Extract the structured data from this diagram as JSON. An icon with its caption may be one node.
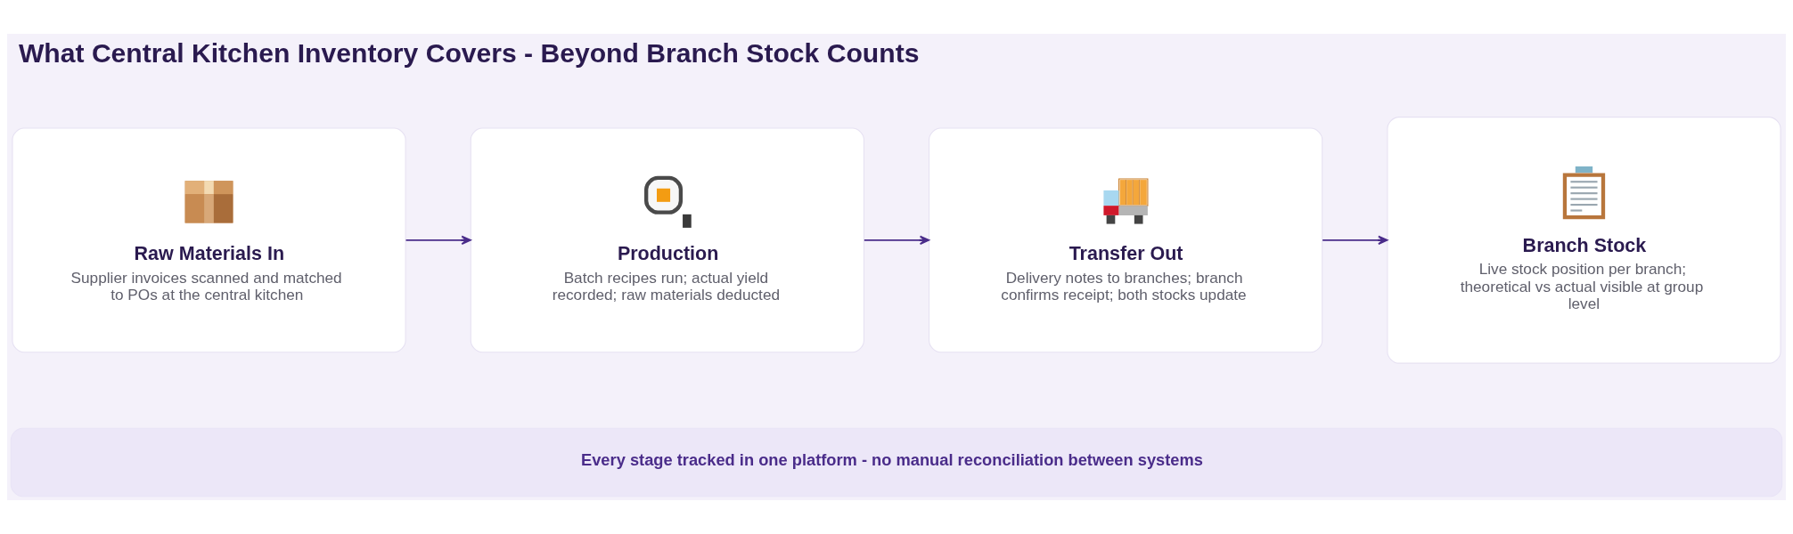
{
  "diagram": {
    "title": "What Central Kitchen Inventory Covers - Beyond Branch Stock Counts",
    "nodes": [
      {
        "text": [
          "Raw Materials In",
          "Supplier invoices scanned and matched to POs at the central kitchen"
        ]
      },
      {
        "text": [
          "Production",
          "Batch recipes run; actual yield recorded; raw materials deducted"
        ]
      },
      {
        "text": [
          "Transfer Out",
          "Delivery notes to branches; branch confirms receipt; both stocks update"
        ]
      },
      {
        "text": [
          "Branch Stock",
          "Live stock position per branch; theoretical vs actual visible at group level"
        ]
      },
      {
        "text": [
          "Every stage tracked in one platform - no manual reconciliation between systems"
        ]
      }
    ],
    "edges": [
      {
        "from": 0,
        "to": 1,
        "arrow": "to"
      },
      {
        "from": 1,
        "to": 2,
        "arrow": "to"
      },
      {
        "from": 2,
        "to": 3,
        "arrow": "to"
      }
    ]
  }
}
